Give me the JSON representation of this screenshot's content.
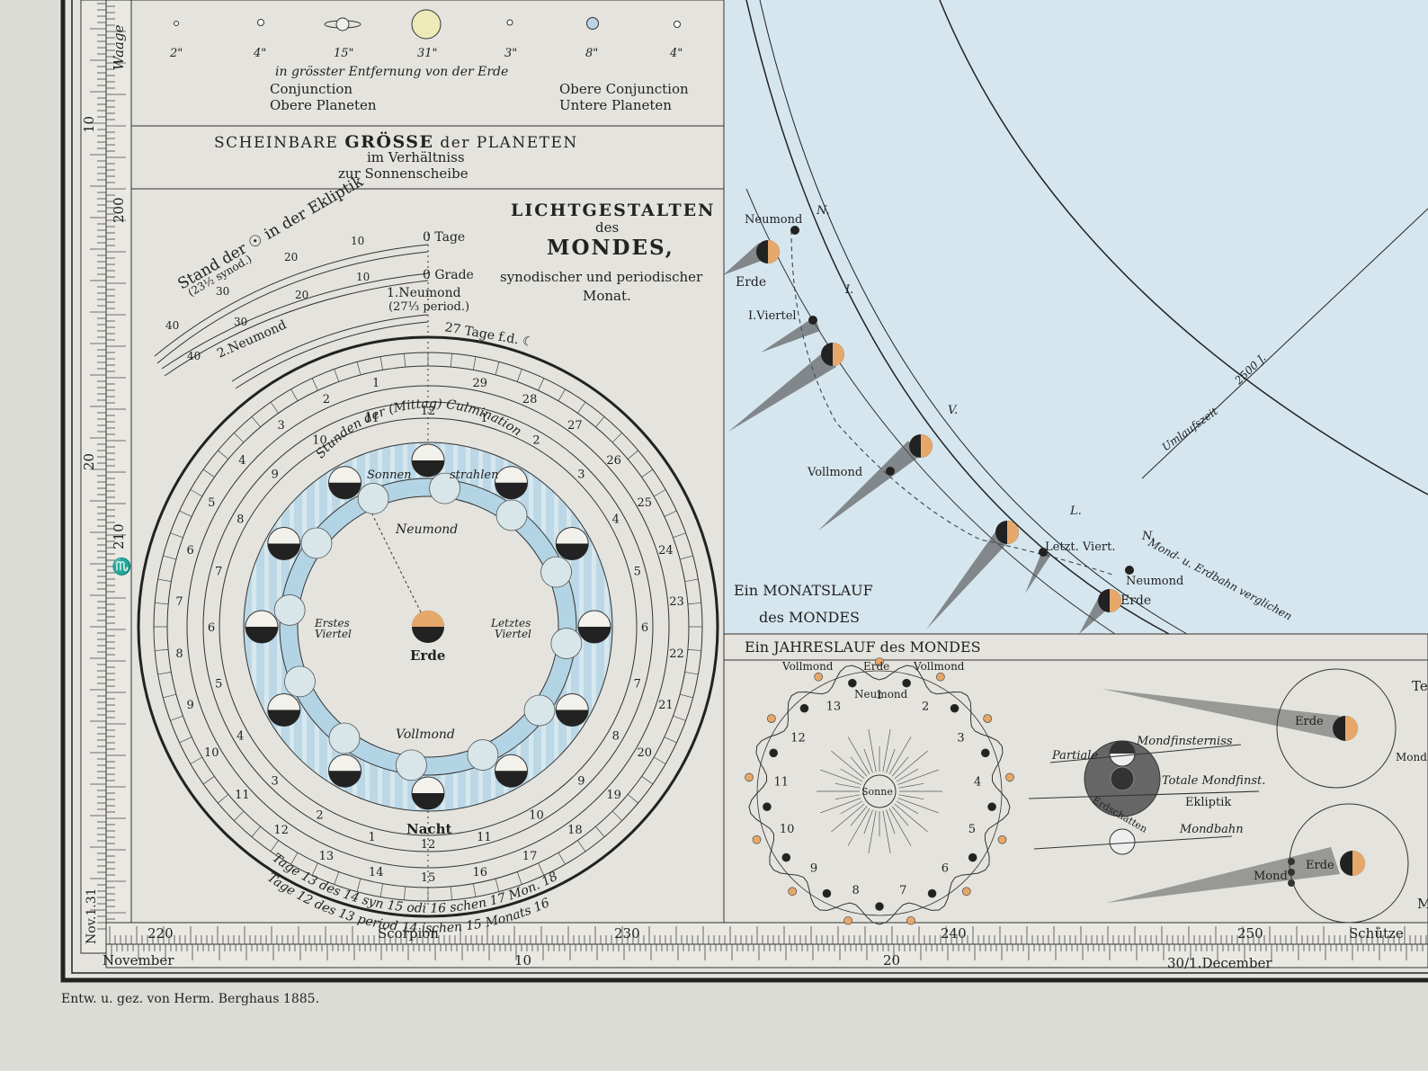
{
  "header": {
    "planet_sizes": [
      "2\"",
      "4\"",
      "15\"",
      "31\"",
      "3\"",
      "8\"",
      "4\""
    ],
    "caption_line": "in grösster Entfernung von der Erde",
    "left_label_1": "Conjunction",
    "left_label_2": "Obere Planeten",
    "right_label_1": "Obere Conjunction",
    "right_label_2": "Untere Planeten",
    "title_1a": "SCHEINBARE",
    "title_1b": "GRÖSSE",
    "title_1c": "der PLANETEN",
    "title_2": "im Verhältniss",
    "title_3": "zur Sonnenscheibe"
  },
  "phases": {
    "title_1": "LICHTGESTALTEN",
    "title_2": "des",
    "title_3": "MONDES,",
    "title_4": "synodischer und periodischer",
    "title_5": "Monat.",
    "stand": "Stand der ☉ in der Ekliptik",
    "stand_sub": "(23½ synod.)",
    "zero_tage": "0 Tage",
    "zero_grade": "0 Grade",
    "neumond_1": "1.Neumond",
    "neumond_1_sub": "(27⅓ period.)",
    "neumond_2": "2.Neumond",
    "tage_fd": "27 Tage f.d. ☾",
    "arc_10a": "10",
    "arc_20a": "20",
    "arc_30a": "30",
    "arc_40a": "40",
    "arc_10b": "10",
    "arc_20b": "20",
    "arc_30b": "30",
    "arc_40b": "40",
    "culmination": "Stunden der (Mittag) Culmination",
    "sonnen": "Sonnen",
    "strahlen": "strahlen",
    "neumond": "Neumond",
    "vollmond": "Vollmond",
    "erstes": "Erstes",
    "letztes": "Letztes",
    "viertel": "Viertel",
    "erde": "Erde",
    "nacht": "Nacht",
    "synodisch": "Tage 13 des 14 syn 15 odi 16 schen 17 Mon. 18",
    "periodisch": "Tage 12 des 13 period 14 ischen 15 Monats 16",
    "hours_ring": [
      "12",
      "1",
      "2",
      "3",
      "4",
      "5",
      "6",
      "7",
      "8",
      "9",
      "10",
      "11",
      "12",
      "1",
      "2",
      "3",
      "4",
      "5",
      "6",
      "7",
      "8",
      "9",
      "10",
      "11"
    ],
    "days_ring": [
      "29",
      "28",
      "27",
      "26",
      "25",
      "24",
      "23",
      "22",
      "21",
      "20",
      "19",
      "18",
      "17",
      "16",
      "15",
      "14",
      "13",
      "12",
      "11",
      "10",
      "9",
      "8",
      "7",
      "6",
      "5",
      "4",
      "3",
      "2",
      "1"
    ]
  },
  "month": {
    "title_1": "Ein MONATSLAUF",
    "title_2": "des MONDES",
    "neumond": "Neumond",
    "n1": "N.",
    "erde_1": "Erde",
    "i_viertel": "I.Viertel",
    "roman_1": "I.",
    "v_label": "V.",
    "vollmond": "Vollmond",
    "l_label": "L.",
    "letzt_viert": "Letzt. Viert.",
    "n2": "N.",
    "neumond_2": "Neumond",
    "erde_2": "Erde",
    "mond_erdbahn": "Mond- u. Erdbahn verglichen",
    "umlaufszeit": "Umlaufszeit",
    "years": "2500 J."
  },
  "year": {
    "title": "Ein JAHRESLAUF des MONDES",
    "vollmond_l": "Vollmond",
    "erde": "Erde",
    "vollmond_r": "Vollmond",
    "neumond": "Neumond",
    "sonne": "Sonne",
    "numbers": [
      "1",
      "2",
      "3",
      "4",
      "5",
      "6",
      "7",
      "8",
      "9",
      "10",
      "11",
      "12",
      "13"
    ]
  },
  "eclipse": {
    "partiale": "Partiale",
    "mondfinsterniss": "Mondfinsterniss",
    "totale": "Totale Mondfinst.",
    "ekliptik": "Ekliptik",
    "erdschatten": "Erdschatten",
    "mondbahn": "Mondbahn",
    "erde_1": "Erde",
    "mond_1": "Mond",
    "mond_2": "Mond",
    "erde_2": "Erde",
    "edge_t": "Te",
    "edge_m": "M"
  },
  "scale": {
    "waage": "Waage",
    "left_10": "10",
    "left_200": "200",
    "left_20": "20",
    "left_210": "210",
    "scorpio_sym": "♏",
    "nov_label": "Nov.1.31",
    "b220": "220",
    "scorpion": "Scorpion",
    "b230": "230",
    "b240": "240",
    "b250": "250",
    "schuetze": "Schütze",
    "november": "November",
    "m10": "10",
    "m20": "20",
    "december": "30/1.December"
  },
  "footer": {
    "credit": "Entw. u. gez. von Herm. Berghaus 1885."
  }
}
